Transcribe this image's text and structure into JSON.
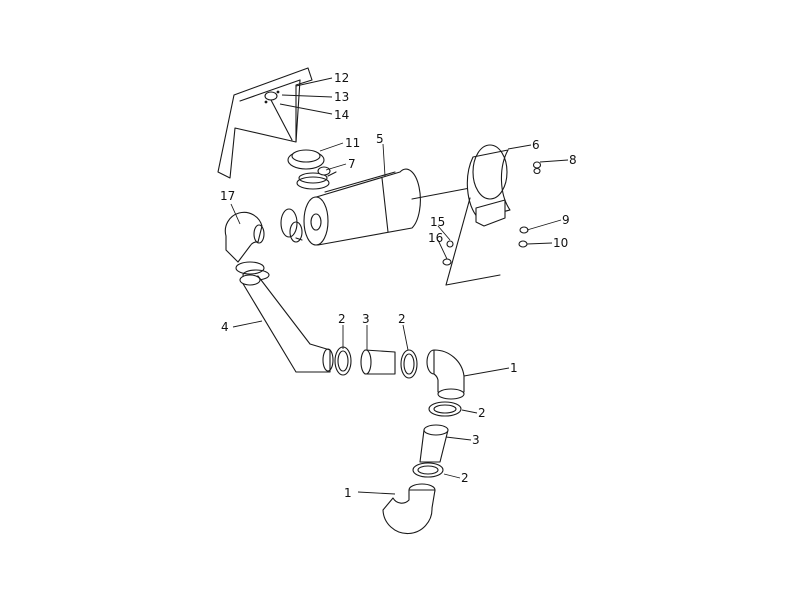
{
  "diagram": {
    "callouts": [
      {
        "id": "c1a",
        "text": "1"
      },
      {
        "id": "c1b",
        "text": "1"
      },
      {
        "id": "c2a",
        "text": "2"
      },
      {
        "id": "c2b",
        "text": "2"
      },
      {
        "id": "c2c",
        "text": "2"
      },
      {
        "id": "c2d",
        "text": "2"
      },
      {
        "id": "c3a",
        "text": "3"
      },
      {
        "id": "c3b",
        "text": "3"
      },
      {
        "id": "c4",
        "text": "4"
      },
      {
        "id": "c5",
        "text": "5"
      },
      {
        "id": "c6",
        "text": "6"
      },
      {
        "id": "c7",
        "text": "7"
      },
      {
        "id": "c8",
        "text": "8"
      },
      {
        "id": "c9",
        "text": "9"
      },
      {
        "id": "c10",
        "text": "10"
      },
      {
        "id": "c11",
        "text": "11"
      },
      {
        "id": "c12",
        "text": "12"
      },
      {
        "id": "c13",
        "text": "13"
      },
      {
        "id": "c14",
        "text": "14"
      },
      {
        "id": "c15",
        "text": "15"
      },
      {
        "id": "c16",
        "text": "16"
      },
      {
        "id": "c17",
        "text": "17"
      }
    ]
  }
}
